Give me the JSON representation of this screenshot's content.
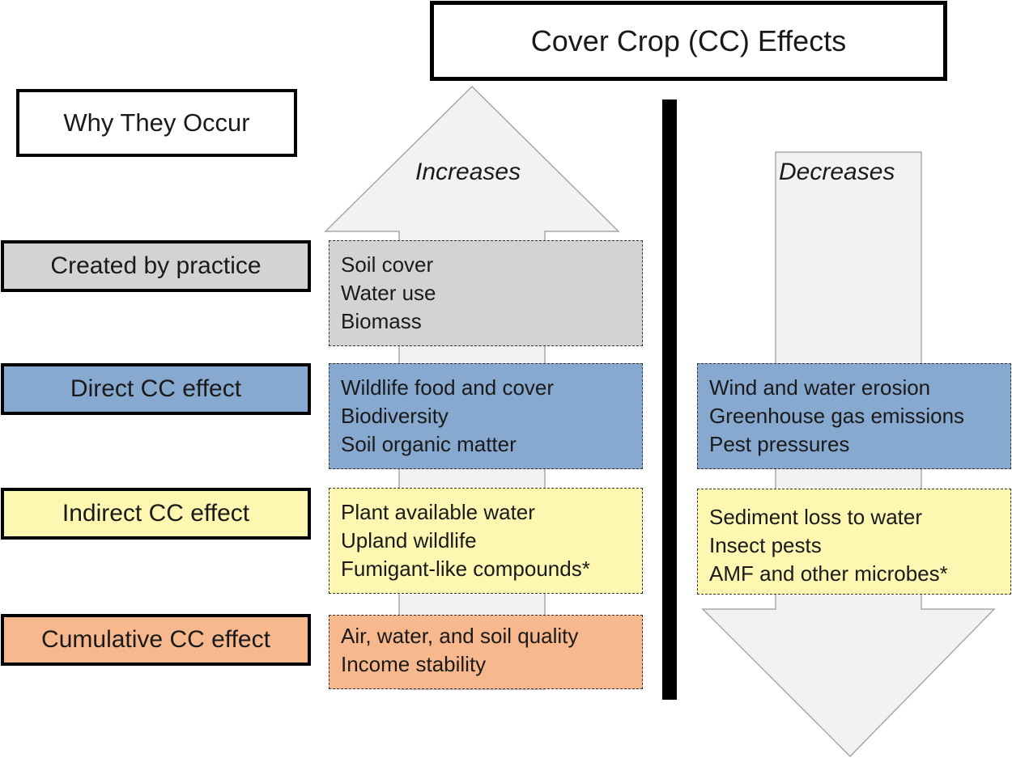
{
  "title": "Cover Crop (CC) Effects",
  "why_header": "Why They Occur",
  "colors": {
    "gray": "#d3d3d1",
    "blue": "#87a9d0",
    "yellow": "#fdf7b1",
    "orange": "#f7b88d",
    "arrow_fill": "#f2f2f2",
    "arrow_stroke": "#a8a8a8"
  },
  "arrows": {
    "increases_label": "Increases",
    "decreases_label": "Decreases"
  },
  "categories": [
    {
      "id": "created",
      "label": "Created by practice",
      "increases": [
        "Soil cover",
        "Water use",
        "Biomass"
      ],
      "decreases": []
    },
    {
      "id": "direct",
      "label": "Direct CC effect",
      "increases": [
        "Wildlife food and cover",
        "Biodiversity",
        "Soil organic matter"
      ],
      "decreases": [
        "Wind and water erosion",
        "Greenhouse gas emissions",
        "Pest pressures"
      ]
    },
    {
      "id": "indirect",
      "label": "Indirect CC effect",
      "increases": [
        "Plant available water",
        "Upland wildlife",
        "Fumigant-like compounds*"
      ],
      "decreases": [
        "Sediment loss to water",
        "Insect pests",
        "AMF and other microbes*"
      ]
    },
    {
      "id": "cumulative",
      "label": "Cumulative CC effect",
      "increases": [
        "Air, water, and soil quality",
        "Income stability"
      ],
      "decreases": []
    }
  ]
}
